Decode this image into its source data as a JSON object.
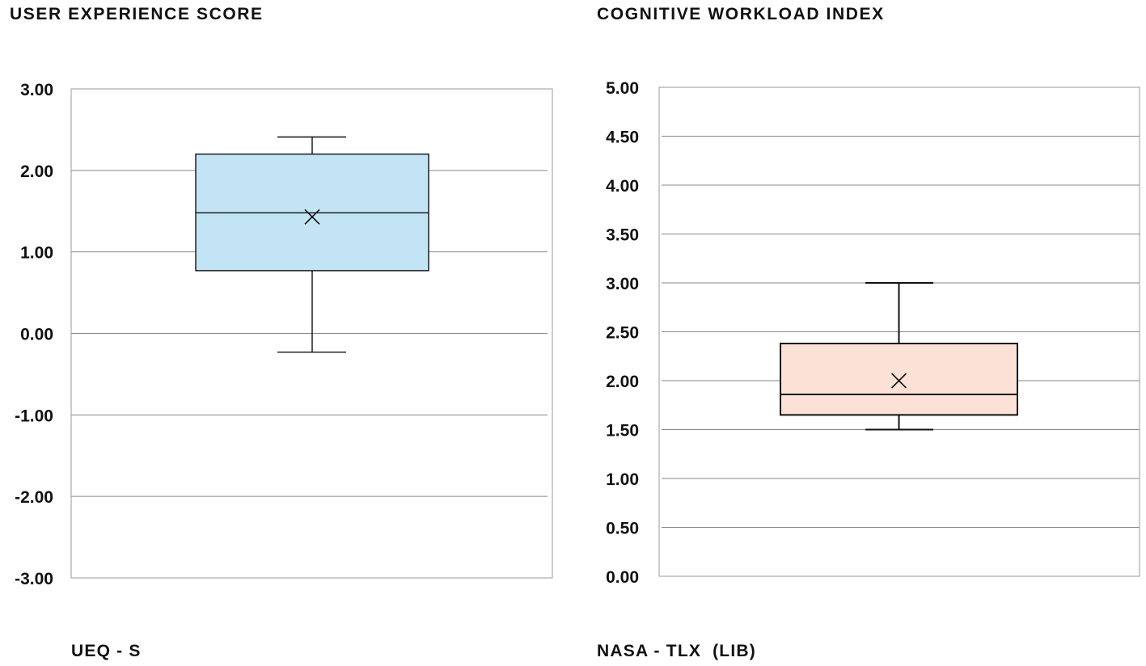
{
  "chart_data": [
    {
      "type": "box",
      "title": "USER EXPERIENCE SCORE",
      "category": "UEQ - S",
      "ylim": [
        -3,
        3
      ],
      "yticks": [
        3,
        2,
        1,
        0,
        -1,
        -2,
        -3
      ],
      "tick_labels": [
        "3.00",
        "2.00",
        "1.00",
        "0.00",
        "-1.00",
        "-2.00",
        "-3.00"
      ],
      "grid": true,
      "box": {
        "min": -0.23,
        "q1": 0.77,
        "median": 1.48,
        "mean": 1.43,
        "q3": 2.2,
        "max": 2.41
      },
      "fill_color": "#c2e4f4"
    },
    {
      "type": "box",
      "title": "COGNITIVE WORKLOAD INDEX",
      "category": "NASA - TLX  (LIB)",
      "ylim": [
        0,
        5
      ],
      "yticks": [
        5,
        4.5,
        4,
        3.5,
        3,
        2.5,
        2,
        1.5,
        1,
        0.5,
        0
      ],
      "tick_labels": [
        "5.00",
        "4.50",
        "4.00",
        "3.50",
        "3.00",
        "2.50",
        "2.00",
        "1.50",
        "1.00",
        "0.50",
        "0.00"
      ],
      "grid": true,
      "box": {
        "min": 1.5,
        "q1": 1.65,
        "median": 1.86,
        "mean": 2.0,
        "q3": 2.38,
        "max": 3.0
      },
      "fill_color": "#fce2d6"
    }
  ]
}
